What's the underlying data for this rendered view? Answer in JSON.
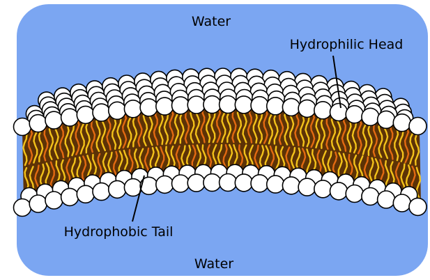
{
  "labels": {
    "water_top": "Water",
    "water_bottom": "Water",
    "hydrophilic_head": "Hydrophilic Head",
    "hydrophobic_tail": "Hydrophobic Tail"
  },
  "colors": {
    "water": "#7ba6f2",
    "head_fill": "#ffffff",
    "head_stroke": "#000000",
    "tail_core": "#5c3206",
    "tail_yellow": "#f3c21a",
    "tail_orange": "#e36a12"
  }
}
